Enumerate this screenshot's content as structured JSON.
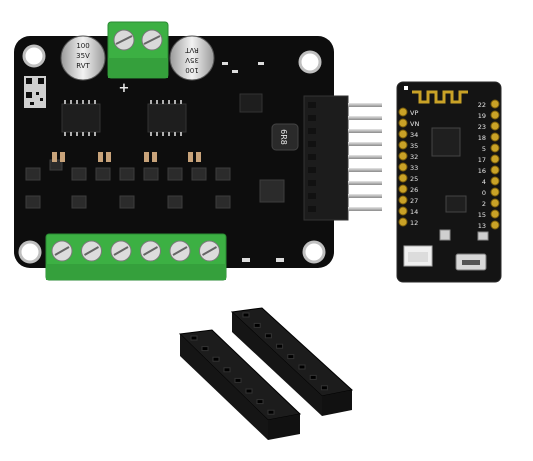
{
  "capacitor_left": {
    "line1": "100",
    "line2": "35V",
    "line3": "RVT"
  },
  "capacitor_right": {
    "line1": "100",
    "line2": "35V",
    "line3": "RVT"
  },
  "plus_marking": "+",
  "inductor_marking": "6R8",
  "esp32_pins_left": [
    "VP",
    "VN",
    "34",
    "35",
    "32",
    "33",
    "25",
    "26",
    "27",
    "14",
    "12"
  ],
  "esp32_pins_right": [
    "22",
    "19",
    "23",
    "18",
    "5",
    "17",
    "16",
    "4",
    "0",
    "2",
    "15",
    "13"
  ],
  "colors": {
    "pcb": "#101010",
    "terminal_green": "#3cb043",
    "header_black": "#1c1c1c",
    "gold_pin": "#b8860b",
    "silver_pin": "#bfbfbf"
  }
}
